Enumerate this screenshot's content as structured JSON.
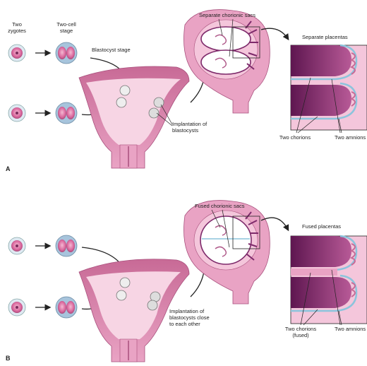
{
  "panel_a": {
    "letter": "A",
    "labels": {
      "two_zygotes": [
        "Two",
        "zygotes"
      ],
      "two_cell_stage": [
        "Two-cell",
        "stage"
      ],
      "blastocyst_stage": "Blastocyst stage",
      "separate_chorionic_sacs": "Separate chorionic sacs",
      "separate_placentas": "Separate placentas",
      "implantation": [
        "Implantation of",
        "blastocysts"
      ],
      "two_chorions": "Two chorions",
      "two_amnions": "Two amnions"
    }
  },
  "panel_b": {
    "letter": "B",
    "labels": {
      "fused_chorionic_sacs": "Fused chorionic sacs",
      "fused_placentas": "Fused placentas",
      "implantation": [
        "Implantation of",
        "blastocysts close",
        "to each other"
      ],
      "two_chorions": [
        "Two chorions",
        "(fused)"
      ],
      "two_amnions": "Two amnions"
    }
  },
  "colors": {
    "uterus_pink": "#e9a3c4",
    "uterus_dark": "#c86a96",
    "cavity": "#f7d5e4",
    "placenta_purple": "#7e2a6b",
    "amnion_blue": "#8cc4dc",
    "cell_blue": "#a7c4dc",
    "zygote_pink": "#d9669c"
  }
}
